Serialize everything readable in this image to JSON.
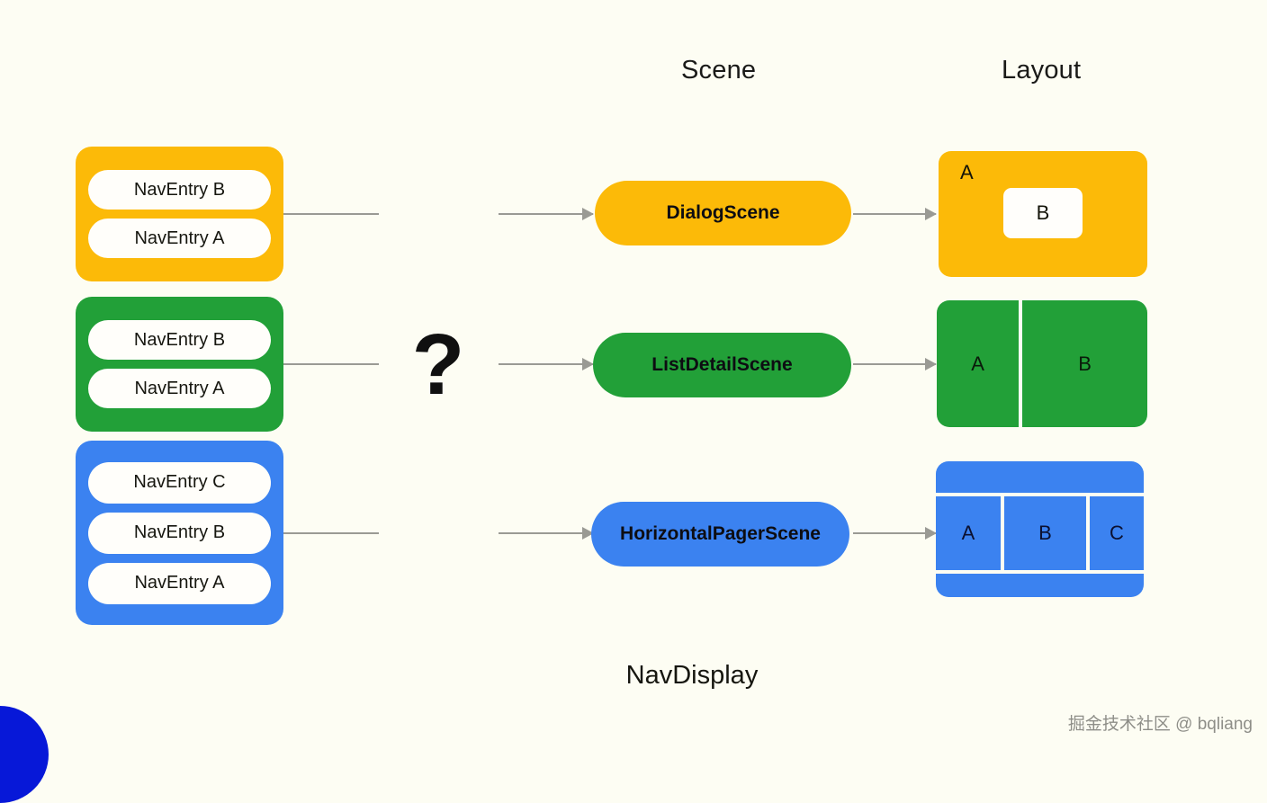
{
  "columns": {
    "scene_heading": "Scene",
    "layout_heading": "Layout"
  },
  "connector_symbol": "?",
  "back_stacks": [
    {
      "color": "#fcba08",
      "color_name": "yellow",
      "entries": [
        "NavEntry B",
        "NavEntry A"
      ]
    },
    {
      "color": "#22a038",
      "color_name": "green",
      "entries": [
        "NavEntry B",
        "NavEntry A"
      ]
    },
    {
      "color": "#3b82f0",
      "color_name": "blue",
      "entries": [
        "NavEntry C",
        "NavEntry B",
        "NavEntry A"
      ]
    }
  ],
  "scenes": [
    {
      "label": "DialogScene",
      "color": "#fcba08"
    },
    {
      "label": "ListDetailScene",
      "color": "#22a038"
    },
    {
      "label": "HorizontalPagerScene",
      "color": "#3b82f0"
    }
  ],
  "layouts": [
    {
      "kind": "dialog",
      "color": "#fcba08",
      "base_label": "A",
      "dialog_label": "B"
    },
    {
      "kind": "list-detail",
      "color": "#22a038",
      "pane_a": "A",
      "pane_b": "B"
    },
    {
      "kind": "pager",
      "color": "#3b82f0",
      "page_a": "A",
      "page_b": "B",
      "page_c": "C"
    }
  ],
  "footer": {
    "caption": "NavDisplay",
    "watermark": "掘金技术社区 @ bqliang"
  },
  "palette": {
    "background": "#fdfdf3",
    "yellow": "#fcba08",
    "green": "#22a038",
    "blue": "#3b82f0",
    "connector": "#9a9a94",
    "pill_fill": "#fffefa",
    "accent_corner": "#0718d8"
  }
}
